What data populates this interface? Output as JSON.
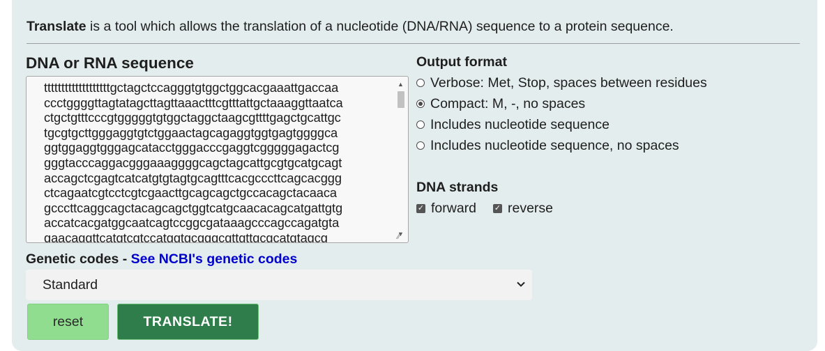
{
  "intro": {
    "tool_name": "Translate",
    "description": " is a tool which allows the translation of a nucleotide (DNA/RNA) sequence to a protein sequence."
  },
  "sequence": {
    "heading": "DNA or RNA sequence",
    "lines": [
      "tttttttttttttttttttgctagctccagggtgtggctggcacgaaattgaccaa",
      "ccctggggttagtatagcttagttaaactttcgtttattgctaaaggttaatca",
      "ctgctgtttcccgtgggggtgtggctaggctaagcgttttgagctgcattgc",
      "tgcgtgcttgggaggtgtctggaactagcagaggtggtgagtggggca",
      "ggtggaggtgggagcatacctgggacccgaggtcgggggagactcg",
      "gggtacccaggacgggaaaggggcagctagcattgcgtgcatgcagt",
      "accagctcgagtcatcatgtgtagtgcagtttcacgcccttcagcacggg",
      "ctcagaatcgtcctcgtcgaacttgcagcagctgccacagctacaaca",
      "gcccttcaggcagctacagcagctggtcatgcaacacagcatgattgtg",
      "accatcacgatggcaatcagtccggcgataaagcccagccagatgta",
      "gaacaggttcatgtcgtccatggtgcgggcgttgttgcgcatgtagcg"
    ]
  },
  "output_format": {
    "heading": "Output format",
    "options": [
      {
        "label": "Verbose: Met, Stop, spaces between residues",
        "checked": false
      },
      {
        "label": "Compact: M, -, no spaces",
        "checked": true
      },
      {
        "label": "Includes nucleotide sequence",
        "checked": false
      },
      {
        "label": "Includes nucleotide sequence, no spaces",
        "checked": false
      }
    ]
  },
  "dna_strands": {
    "heading": "DNA strands",
    "forward": {
      "label": "forward",
      "checked": true
    },
    "reverse": {
      "label": "reverse",
      "checked": true
    }
  },
  "genetic_codes": {
    "label": "Genetic codes - ",
    "link": "See NCBI's genetic codes",
    "selected": "Standard"
  },
  "buttons": {
    "reset": "reset",
    "translate": "TRANSLATE!"
  },
  "colors": {
    "panel": "#e4edee",
    "link": "#0000cd",
    "reset_bg": "#90dd90",
    "translate_bg": "#2e7d4a"
  }
}
